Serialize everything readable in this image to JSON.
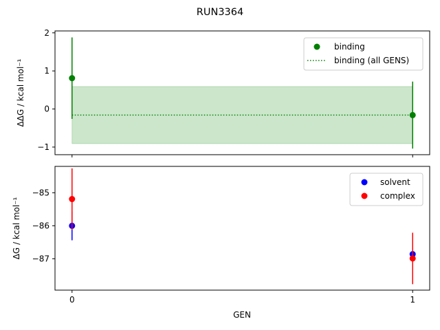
{
  "chart_data": [
    {
      "type": "scatter",
      "panel": "top",
      "title": "RUN3364",
      "xlabel": "",
      "ylabel": "ΔΔG / kcal mol⁻¹",
      "x_categories": [
        "0",
        "1"
      ],
      "xlim": [
        -0.05,
        1.05
      ],
      "ylim": [
        -1.2,
        2.05
      ],
      "yticks": [
        2,
        1,
        0,
        -1
      ],
      "ytick_labels": [
        "2",
        "1",
        "0",
        "−1"
      ],
      "legend_location": "top-right",
      "series": [
        {
          "name": "binding",
          "kind": "points_with_errorbars",
          "color": "#008000",
          "points": [
            {
              "x": 0,
              "y": 0.81,
              "err": 1.07
            },
            {
              "x": 1,
              "y": -0.16,
              "err": 0.88
            }
          ]
        },
        {
          "name": "binding (all GENS)",
          "kind": "dotted_line_with_band",
          "color": "#008000",
          "band_color": "#008000",
          "y": -0.16,
          "band": [
            -0.91,
            0.59
          ],
          "x_range": [
            0,
            1
          ]
        }
      ]
    },
    {
      "type": "scatter",
      "panel": "bottom",
      "xlabel": "GEN",
      "ylabel": "ΔG / kcal mol⁻¹",
      "x_categories": [
        "0",
        "1"
      ],
      "xticks": [
        0,
        1
      ],
      "xtick_labels": [
        "0",
        "1"
      ],
      "xlim": [
        -0.05,
        1.05
      ],
      "ylim": [
        -87.95,
        -84.2
      ],
      "yticks": [
        -85,
        -86,
        -87
      ],
      "ytick_labels": [
        "−85",
        "−86",
        "−87"
      ],
      "legend_location": "top-right",
      "series": [
        {
          "name": "solvent",
          "color": "#0000ff",
          "points": [
            {
              "x": 0,
              "y": -86.0,
              "err": 0.44
            },
            {
              "x": 1,
              "y": -86.86,
              "err": 0.04
            }
          ]
        },
        {
          "name": "complex",
          "color": "#ff0000",
          "points": [
            {
              "x": 0,
              "y": -85.19,
              "err": 0.93
            },
            {
              "x": 1,
              "y": -86.99,
              "err": 0.78
            }
          ]
        }
      ]
    }
  ]
}
